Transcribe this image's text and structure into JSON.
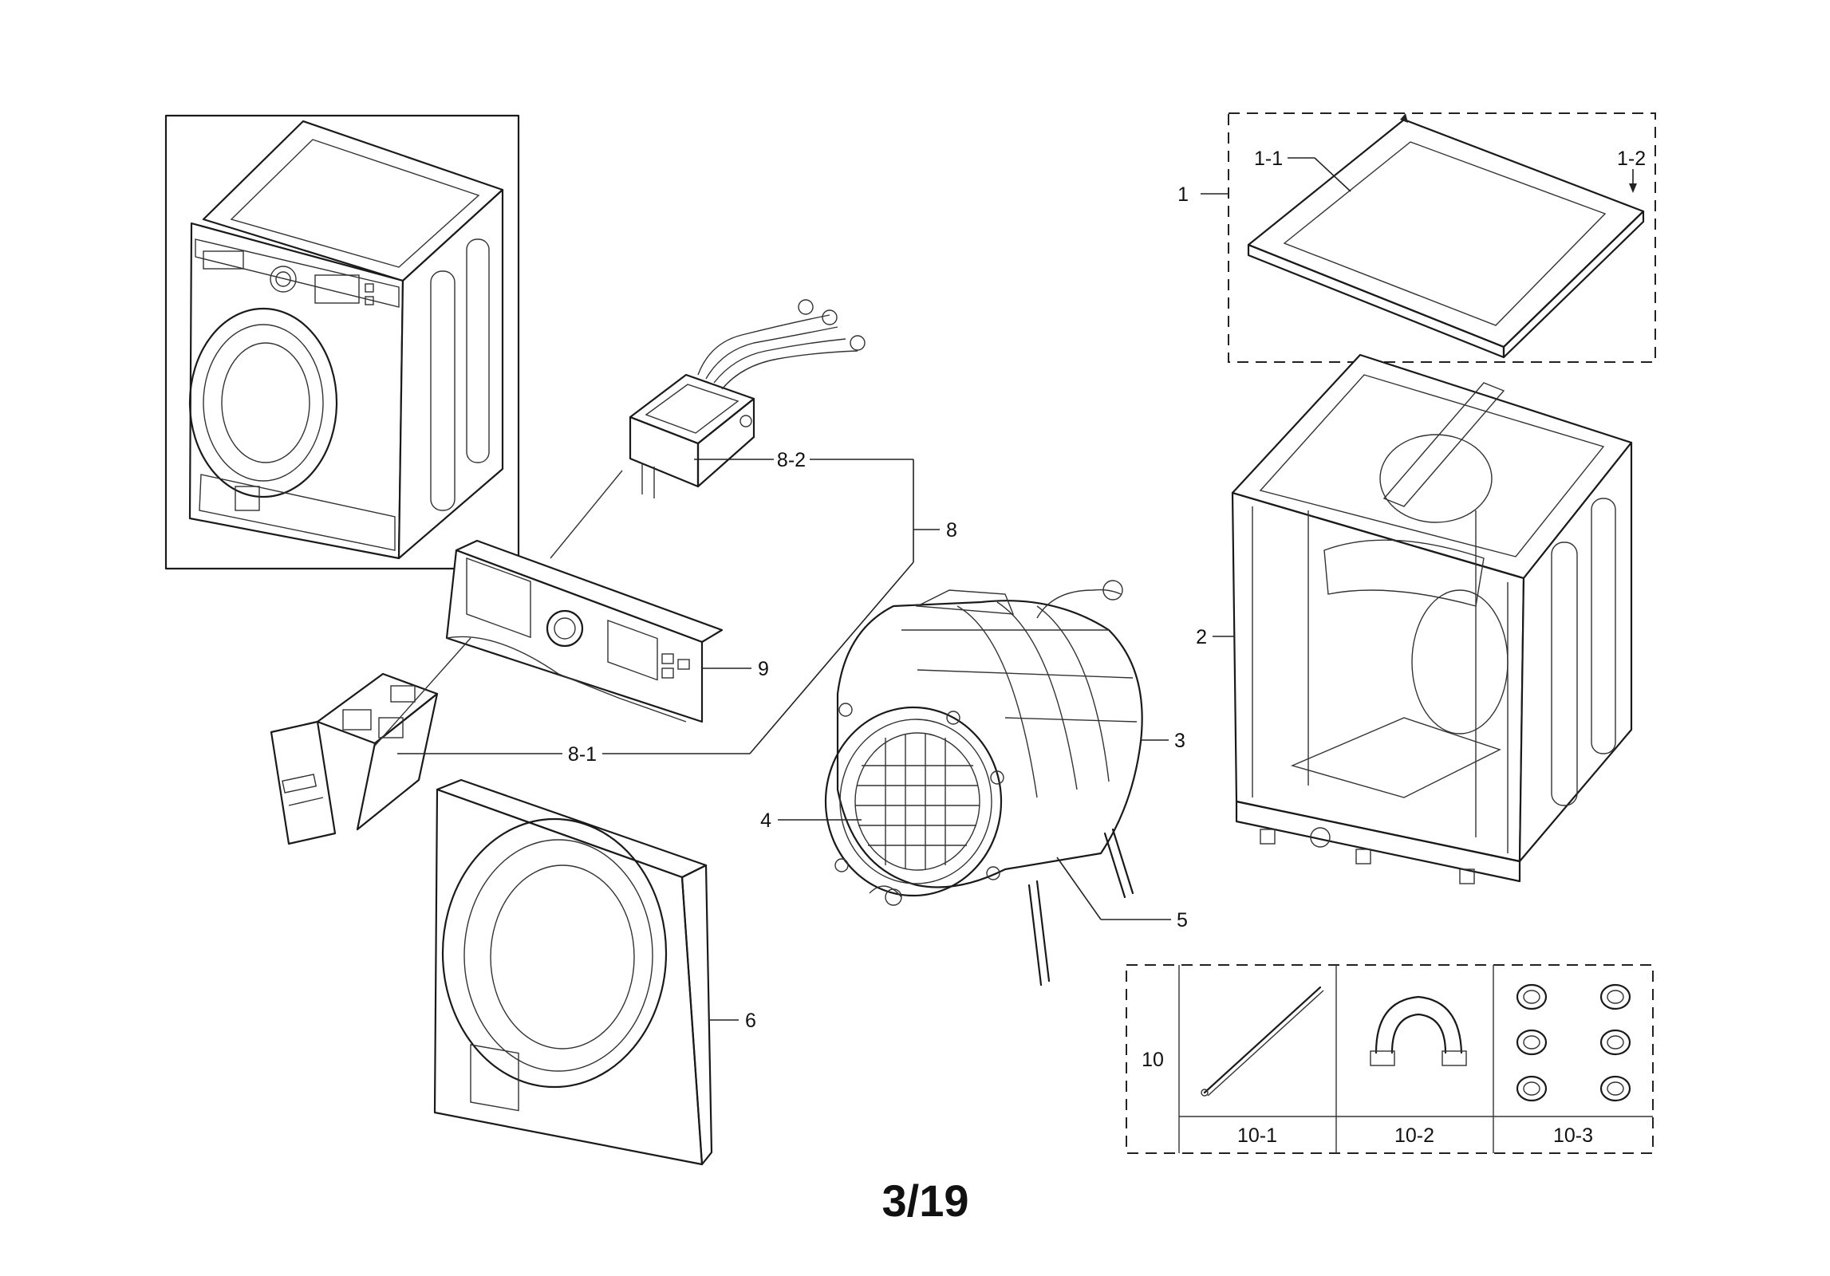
{
  "diagram": {
    "page_number": "3/19",
    "callouts": {
      "c1": "1",
      "c1_1": "1-1",
      "c1_2": "1-2",
      "c2": "2",
      "c3": "3",
      "c4": "4",
      "c5": "5",
      "c6": "6",
      "c8": "8",
      "c8_1": "8-1",
      "c8_2": "8-2",
      "c9": "9",
      "c10": "10",
      "c10_1": "10-1",
      "c10_2": "10-2",
      "c10_3": "10-3"
    }
  }
}
